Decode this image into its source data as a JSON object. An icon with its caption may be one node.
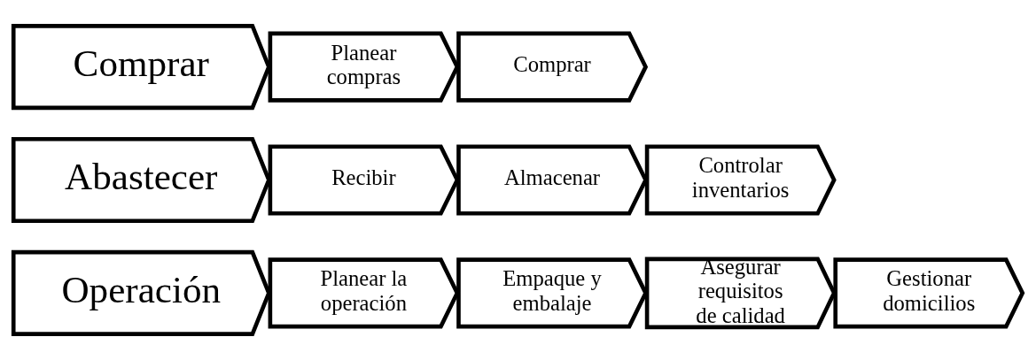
{
  "diagram": {
    "nodes": [
      {
        "text": [
          "Comprar"
        ]
      },
      {
        "text": [
          "Planear compras"
        ]
      },
      {
        "text": [
          "Comprar"
        ]
      },
      {
        "text": [
          "Abastecer"
        ]
      },
      {
        "text": [
          "Recibir"
        ]
      },
      {
        "text": [
          "Almacenar"
        ]
      },
      {
        "text": [
          "Controlar inventarios"
        ]
      },
      {
        "text": [
          "Operación"
        ]
      },
      {
        "text": [
          "Planear la operación"
        ]
      },
      {
        "text": [
          "Empaque y embalaje"
        ]
      },
      {
        "text": [
          "Asegurar requisitos de calidad"
        ]
      },
      {
        "text": [
          "Gestionar domicilios"
        ]
      }
    ]
  }
}
